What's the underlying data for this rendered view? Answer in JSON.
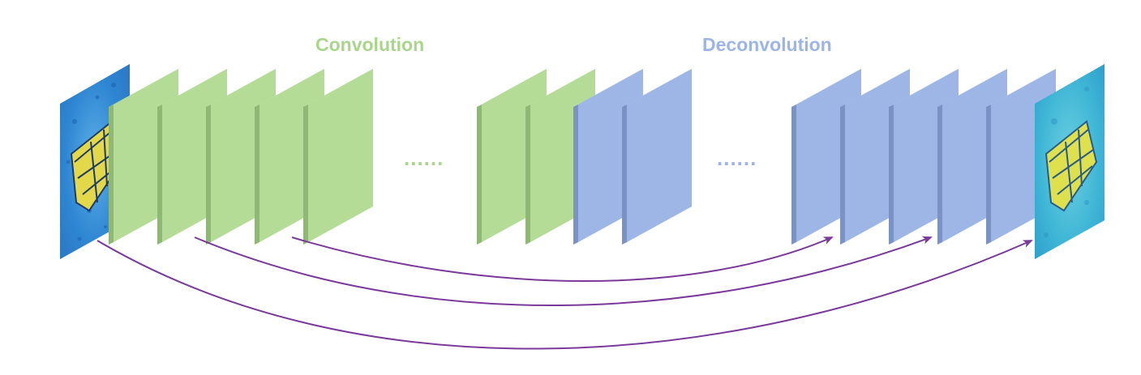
{
  "labels": {
    "convolution": "Convolution",
    "deconvolution": "Deconvolution"
  },
  "ellipsis": {
    "convolution": "......",
    "deconvolution": "......"
  },
  "colors": {
    "conv_face": "#b4dc96",
    "conv_side": "#8fb877",
    "conv_top": "#c8e8b0",
    "conv_label": "#a9d68a",
    "deconv_face": "#9db6e6",
    "deconv_side": "#7b93c4",
    "deconv_top": "#b4c8ee",
    "deconv_label": "#9cb4e6",
    "skip_arrow": "#7a3a9a",
    "image_blue": "#3a8fd8",
    "image_yellow": "#e8e04a",
    "image_cyan": "#49c4d8"
  },
  "layers": {
    "conv_group1_count": 5,
    "conv_group2_count": 2,
    "deconv_group1_count": 2,
    "deconv_group2_count": 5
  },
  "images": {
    "input": "butterfly-input-image",
    "output": "butterfly-output-image"
  }
}
